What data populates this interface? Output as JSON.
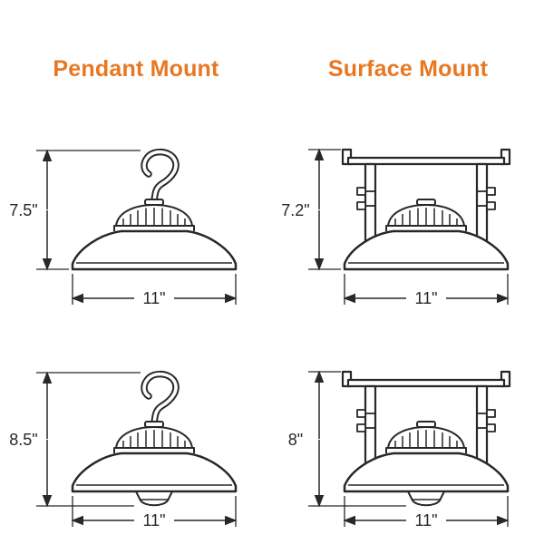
{
  "page": {
    "background": "#ffffff"
  },
  "colors": {
    "heading": "#E87722",
    "line": "#2b2627"
  },
  "headings": {
    "pendant": "Pendant Mount",
    "surface": "Surface Mount"
  },
  "panels": [
    {
      "name": "pendant-standard",
      "mount": "pendant",
      "sensor": false,
      "height_label": "7.5\"",
      "width_label": "11\""
    },
    {
      "name": "surface-standard",
      "mount": "surface",
      "sensor": false,
      "height_label": "7.2\"",
      "width_label": "11\""
    },
    {
      "name": "pendant-sensor",
      "mount": "pendant",
      "sensor": true,
      "height_label": "8.5\"",
      "width_label": "11\""
    },
    {
      "name": "surface-sensor",
      "mount": "surface",
      "sensor": true,
      "height_label": "8\"",
      "width_label": "11\""
    }
  ]
}
